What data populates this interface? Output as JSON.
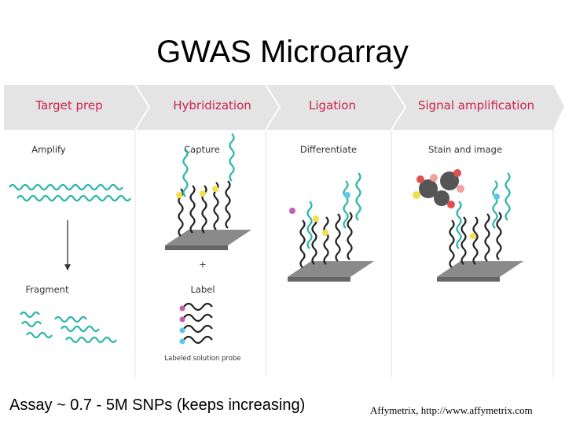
{
  "title": "GWAS Microarray",
  "steps": [
    {
      "header": "Target prep",
      "sub1": "Amplify",
      "sub2": "Fragment"
    },
    {
      "header": "Hybridization",
      "sub1": "Capture",
      "sub2": "Label",
      "plus": "+",
      "caption": "Labeled solution probe"
    },
    {
      "header": "Ligation",
      "sub1": "Differentiate"
    },
    {
      "header": "Signal amplification",
      "sub1": "Stain and image"
    }
  ],
  "colors": {
    "header_band": "#e4e4e4",
    "header_text": "#c8224c",
    "dna_teal": "#2bb5a8",
    "probe_black": "#222222",
    "bead_yellow": "#f2e04a",
    "bead_cyan": "#5bc8e8",
    "bead_magenta": "#c060b0",
    "slide_gray": "#8a8a8a"
  },
  "footer": {
    "note": "Assay ~ 0.7 - 5M SNPs (keeps increasing)",
    "credit": "Affymetrix, http://www.affymetrix.com"
  }
}
